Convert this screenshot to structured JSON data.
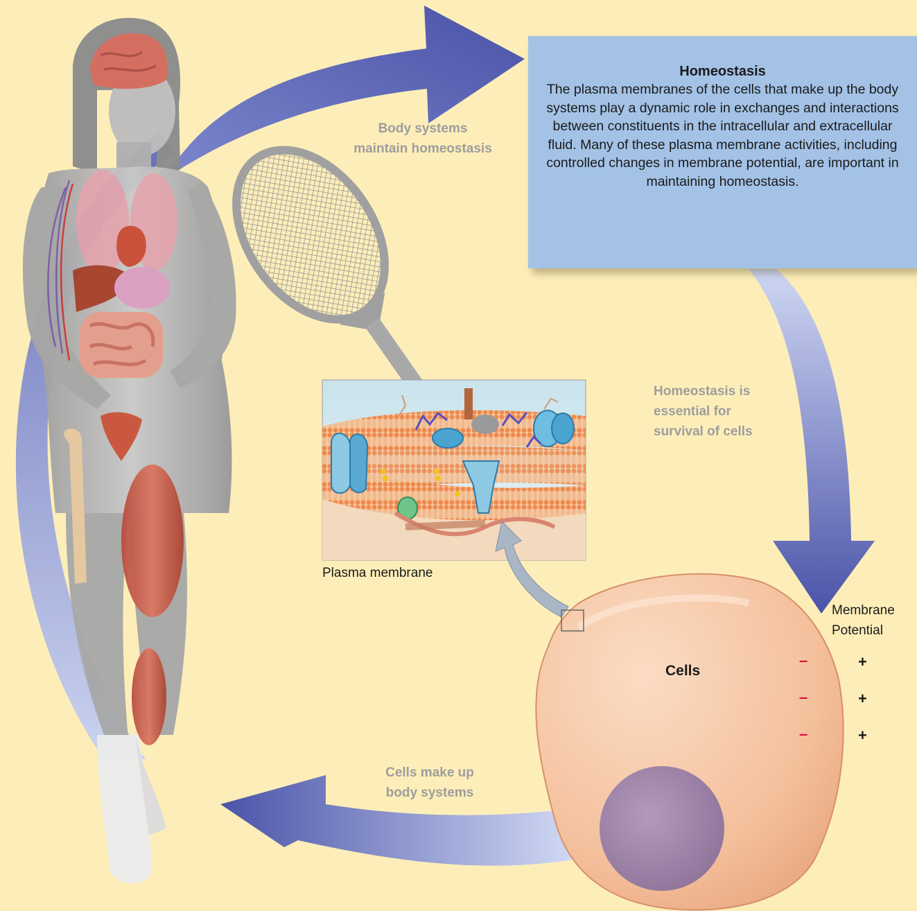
{
  "homeostasis_box": {
    "title": "Homeostasis",
    "body": "The plasma membranes of the cells that make up the body systems play a dynamic role in exchanges and interactions between constituents in the intracellular and extracellular fluid. Many of these plasma membrane activities, including controlled changes in membrane potential, are important in maintaining homeostasis."
  },
  "cycle_labels": {
    "body_systems": [
      "Body systems",
      "maintain homeostasis"
    ],
    "homeostasis": [
      "Homeostasis is",
      "essential for",
      "survival of cells"
    ],
    "cells": [
      "Cells make up",
      "body systems"
    ]
  },
  "plasma_membrane_caption": "Plasma membrane",
  "cells_label": "Cells",
  "membrane_potential": {
    "label": [
      "Membrane",
      "Potential"
    ],
    "charges": [
      {
        "inside": "–",
        "outside": "+"
      },
      {
        "inside": "–",
        "outside": "+"
      },
      {
        "inside": "–",
        "outside": "+"
      }
    ]
  },
  "colors": {
    "background": "#fdeeb9",
    "arrow_dark": "#4a53a8",
    "arrow_light": "#c2cdf0",
    "box_fill": "#a3c2e6",
    "label_gray": "#9d9d9d",
    "cell_fill": "#f6c7a4",
    "nucleus": "#9a7fa6",
    "membrane_orange": "#ec8e52",
    "minus_red": "#d8123a"
  }
}
